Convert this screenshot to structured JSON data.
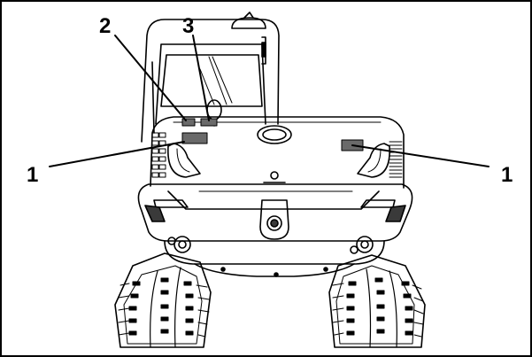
{
  "figure": {
    "subject": "excavator-rear-view",
    "callouts": [
      {
        "id": "c1-left",
        "text": "1"
      },
      {
        "id": "c2",
        "text": "2"
      },
      {
        "id": "c3",
        "text": "3"
      },
      {
        "id": "c1-right",
        "text": "1"
      }
    ]
  },
  "colors": {
    "line": "#000000",
    "background": "#ffffff",
    "fill_dark": "#3a3a3a",
    "fill_label": "#6a6a6a"
  }
}
